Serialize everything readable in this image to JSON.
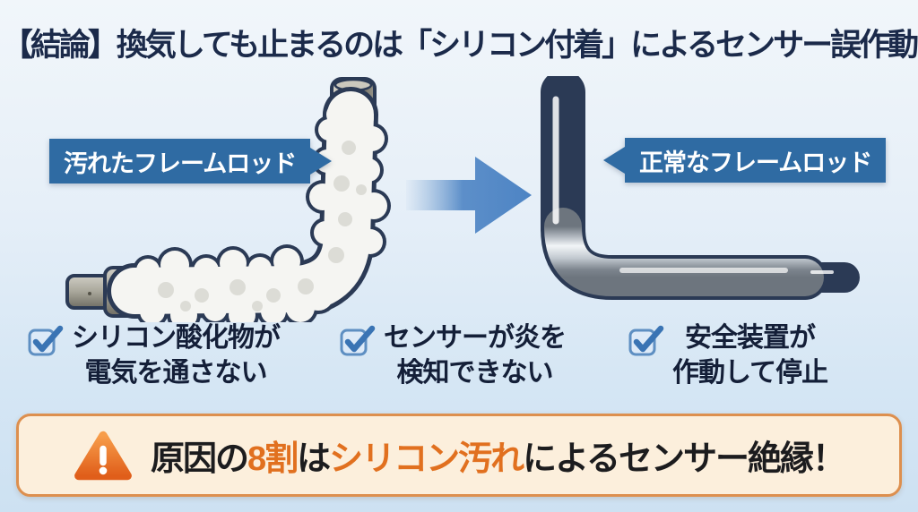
{
  "title": "【結論】換気しても止まるのは「シリコン付着」によるセンサー誤作動",
  "labels": {
    "dirty": "汚れたフレームロッド",
    "clean": "正常なフレームロッド"
  },
  "checks": [
    {
      "line1": "シリコン酸化物が",
      "line2": "電気を通さない"
    },
    {
      "line1": "センサーが炎を",
      "line2": "検知できない"
    },
    {
      "line1": "安全装置が",
      "line2": "作動して停止"
    }
  ],
  "banner": {
    "segments": [
      {
        "text": "原因の",
        "emphasis": false
      },
      {
        "text": "8割",
        "emphasis": true
      },
      {
        "text": "は",
        "emphasis": false
      },
      {
        "text": "シリコン汚れ",
        "emphasis": true
      },
      {
        "text": "によるセンサー絶縁！",
        "emphasis": false
      }
    ]
  },
  "icons": {
    "checkbox-checked-icon": "☑",
    "warning-icon": "⚠",
    "arrow-right-icon": "➜",
    "callout-pointer-right": "▶",
    "callout-pointer-left": "◀"
  },
  "colors": {
    "background_top": "#f1f6fa",
    "background_bottom": "#cde1f2",
    "title_text": "#1b2a4a",
    "callout_blue": "#2f6ba3",
    "arrow_blue": "#4d84c4",
    "check_blue": "#3a74b4",
    "check_text": "#141f38",
    "banner_background": "#fcefdc",
    "banner_border": "#dd8f4e",
    "banner_accent_orange": "#e1701f",
    "banner_plain_text": "#1c1c1e",
    "rod_outline_navy": "#2b3a55",
    "deposit_white": "#f5f5f2"
  }
}
